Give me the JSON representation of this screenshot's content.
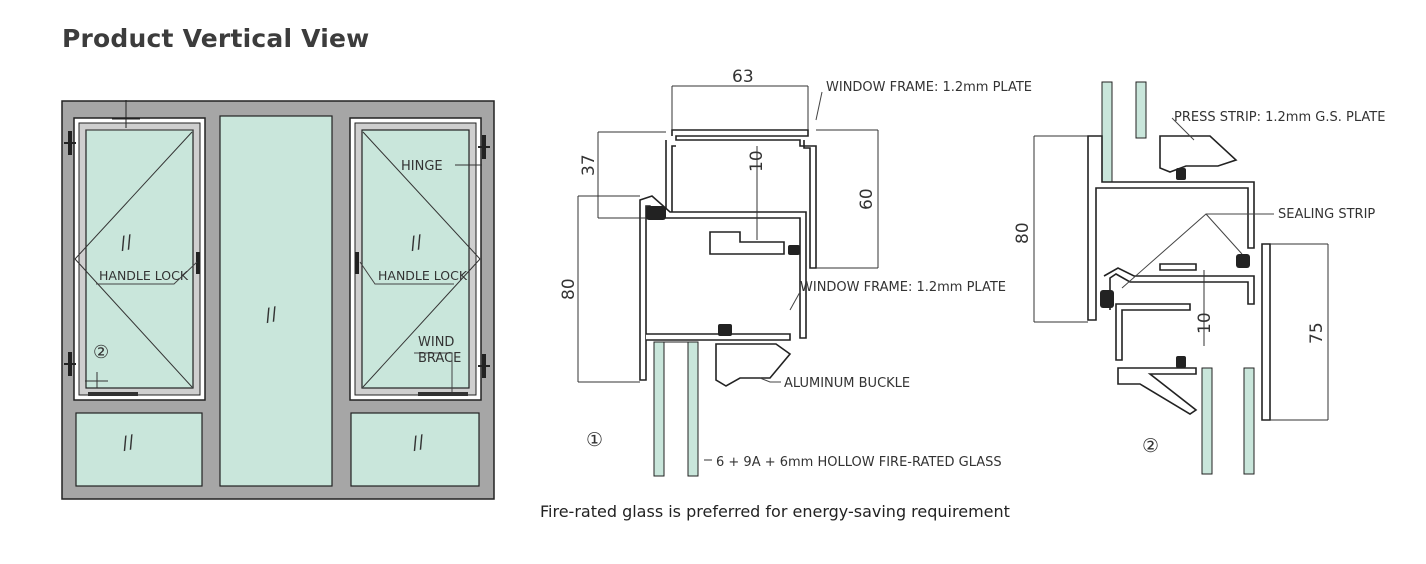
{
  "title": "Product Vertical View",
  "caption": "Fire-rated glass is preferred for energy-saving requirement",
  "colors": {
    "window_frame": "#a6a6a6",
    "glass": "#c9e6db",
    "line": "#222222"
  },
  "elevation": {
    "labels": {
      "hinge": "HINGE",
      "handle_lock_left": "HANDLE LOCK",
      "handle_lock_right": "HANDLE LOCK",
      "wind": "WIND",
      "brace": "BRACE",
      "section_mark": "②",
      "glass_mark": "//"
    }
  },
  "section1": {
    "marker": "①",
    "dims": {
      "width": "63",
      "top_offset": "37",
      "depth": "10",
      "frame_height": "60",
      "height": "80"
    },
    "labels": {
      "window_frame_top": "WINDOW FRAME: 1.2mm PLATE",
      "window_frame_mid": "WINDOW FRAME: 1.2mm PLATE",
      "aluminum_buckle": "ALUMINUM BUCKLE",
      "glass": "6  + 9A  + 6mm HOLLOW FIRE-RATED GLASS"
    }
  },
  "section2": {
    "marker": "②",
    "dims": {
      "height": "80",
      "depth": "10",
      "lower_height": "75"
    },
    "labels": {
      "press_strip": "PRESS STRIP: 1.2mm G.S. PLATE",
      "sealing_strip": "SEALING STRIP"
    }
  }
}
